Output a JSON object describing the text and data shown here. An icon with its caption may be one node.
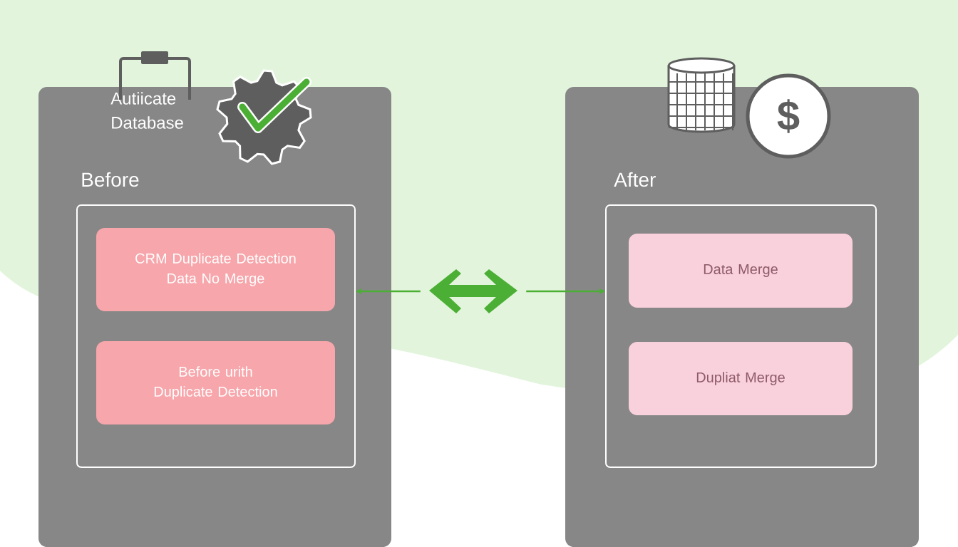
{
  "diagram": {
    "nodes": [
      {
        "text": [
          "Autiicate Database",
          "Before"
        ]
      },
      {
        "text": [],
        "shape": "box",
        "in": 0
      },
      {
        "text": [
          "CRM Duplicate Detection Data No Merge"
        ],
        "in": 1
      },
      {
        "text": [
          "Before urith Duplicate Detection"
        ],
        "in": 1
      },
      {
        "text": [
          "After"
        ]
      },
      {
        "text": [],
        "shape": "box",
        "in": 4
      },
      {
        "text": [
          "Data Merge"
        ],
        "in": 5
      },
      {
        "text": [
          "Dupliat Merge"
        ],
        "in": 5
      },
      {
        "text": [],
        "shape": "arrow"
      }
    ],
    "edges": [
      {
        "from": 8,
        "to": 1,
        "arrow": "to"
      },
      {
        "from": 8,
        "to": 5,
        "arrow": "to"
      }
    ],
    "labels": [
      "$"
    ]
  }
}
